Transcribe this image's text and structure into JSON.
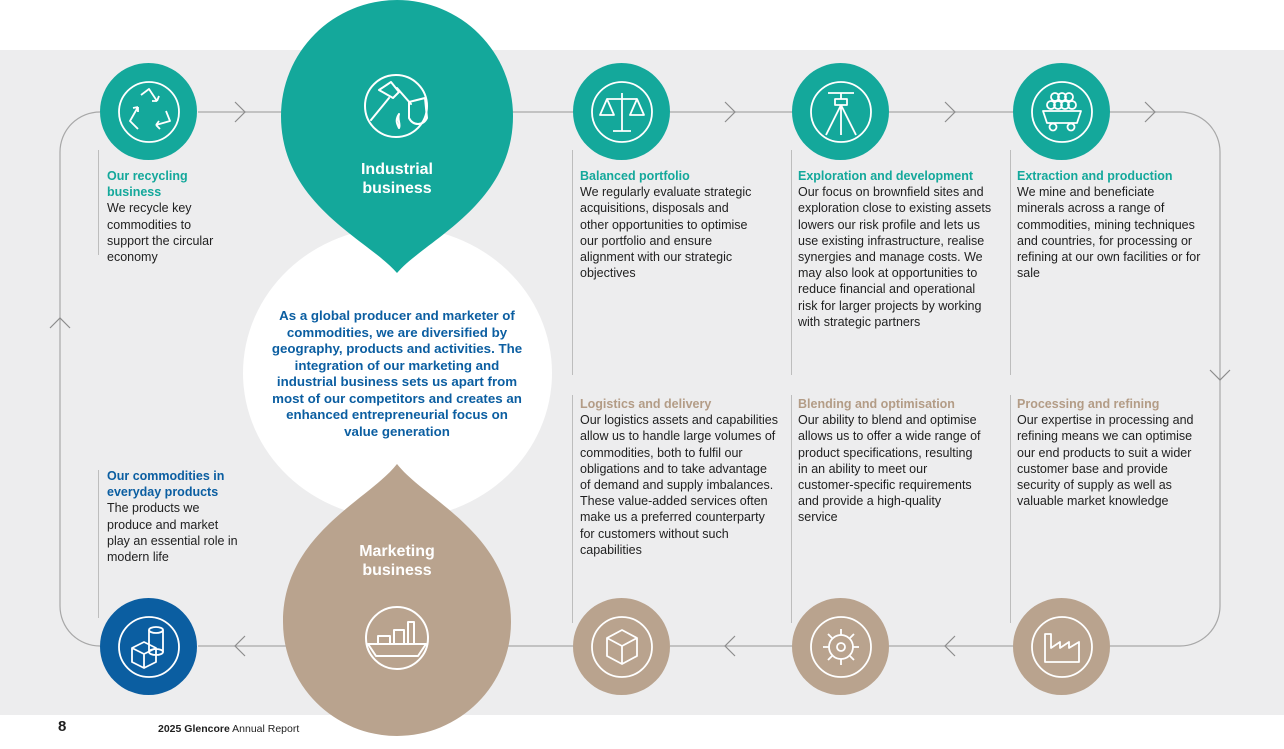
{
  "industrial": {
    "title_line1": "Industrial",
    "title_line2": "business"
  },
  "marketing": {
    "title_line1": "Marketing",
    "title_line2": "business"
  },
  "center_statement": "As a global producer and marketer of commodities, we are diversified by geography, products and activities. The integration of our marketing and industrial business sets us apart from most of our competitors and creates an enhanced entrepreneurial focus on value generation",
  "recycling": {
    "title_line1": "Our recycling",
    "title_line2": "business",
    "desc": "We recycle key commodities to support the circular economy"
  },
  "everyday": {
    "title_line1": "Our commodities in",
    "title_line2": "everyday products",
    "desc": "The products we produce and market play an essential role in modern life"
  },
  "balanced": {
    "title": "Balanced portfolio",
    "desc": "We regularly evaluate strategic acquisitions, disposals and other opportunities to optimise our portfolio and ensure alignment with our strategic objectives"
  },
  "exploration": {
    "title": "Exploration and development",
    "desc": "Our focus on brownfield sites and exploration close to existing assets lowers our risk profile and lets us use existing infrastructure, realise synergies and manage costs. We may also look at opportunities to reduce financial and operational risk for larger projects by working with strategic partners"
  },
  "extraction": {
    "title": "Extraction and production",
    "desc": "We mine and beneficiate minerals across a range of commodities, mining techniques and countries, for processing or refining at our own facilities or for sale"
  },
  "logistics": {
    "title": "Logistics and delivery",
    "desc": "Our logistics assets and capabilities allow us to handle large volumes of commodities, both to fulfil our obligations and to take advantage of demand and supply imbalances. These value-added services often make us a preferred counterparty for customers without such capabilities"
  },
  "blending": {
    "title": "Blending and optimisation",
    "desc": "Our ability to blend and optimise allows us to offer a wide range of product specifications, resulting in an ability to meet our customer-specific requirements and provide a high-quality service"
  },
  "processing": {
    "title": "Processing and refining",
    "desc": "Our expertise in processing and refining means we can optimise our end products to suit a wider customer base and provide security of supply as well as valuable market knowledge"
  },
  "footer": {
    "page_number": "8",
    "report_bold": "2025 Glencore",
    "report_rest": " Annual Report"
  },
  "colors": {
    "teal": "#14a89b",
    "tan": "#b9a38e",
    "blue": "#0b5ea1",
    "panel": "#ededee"
  },
  "icons": [
    "recycle-icon",
    "hammer-ladle-icon",
    "scales-icon",
    "tripod-icon",
    "mine-cart-icon",
    "box-icon",
    "gear-icon",
    "factory-icon",
    "ship-icon",
    "barrels-box-icon"
  ]
}
